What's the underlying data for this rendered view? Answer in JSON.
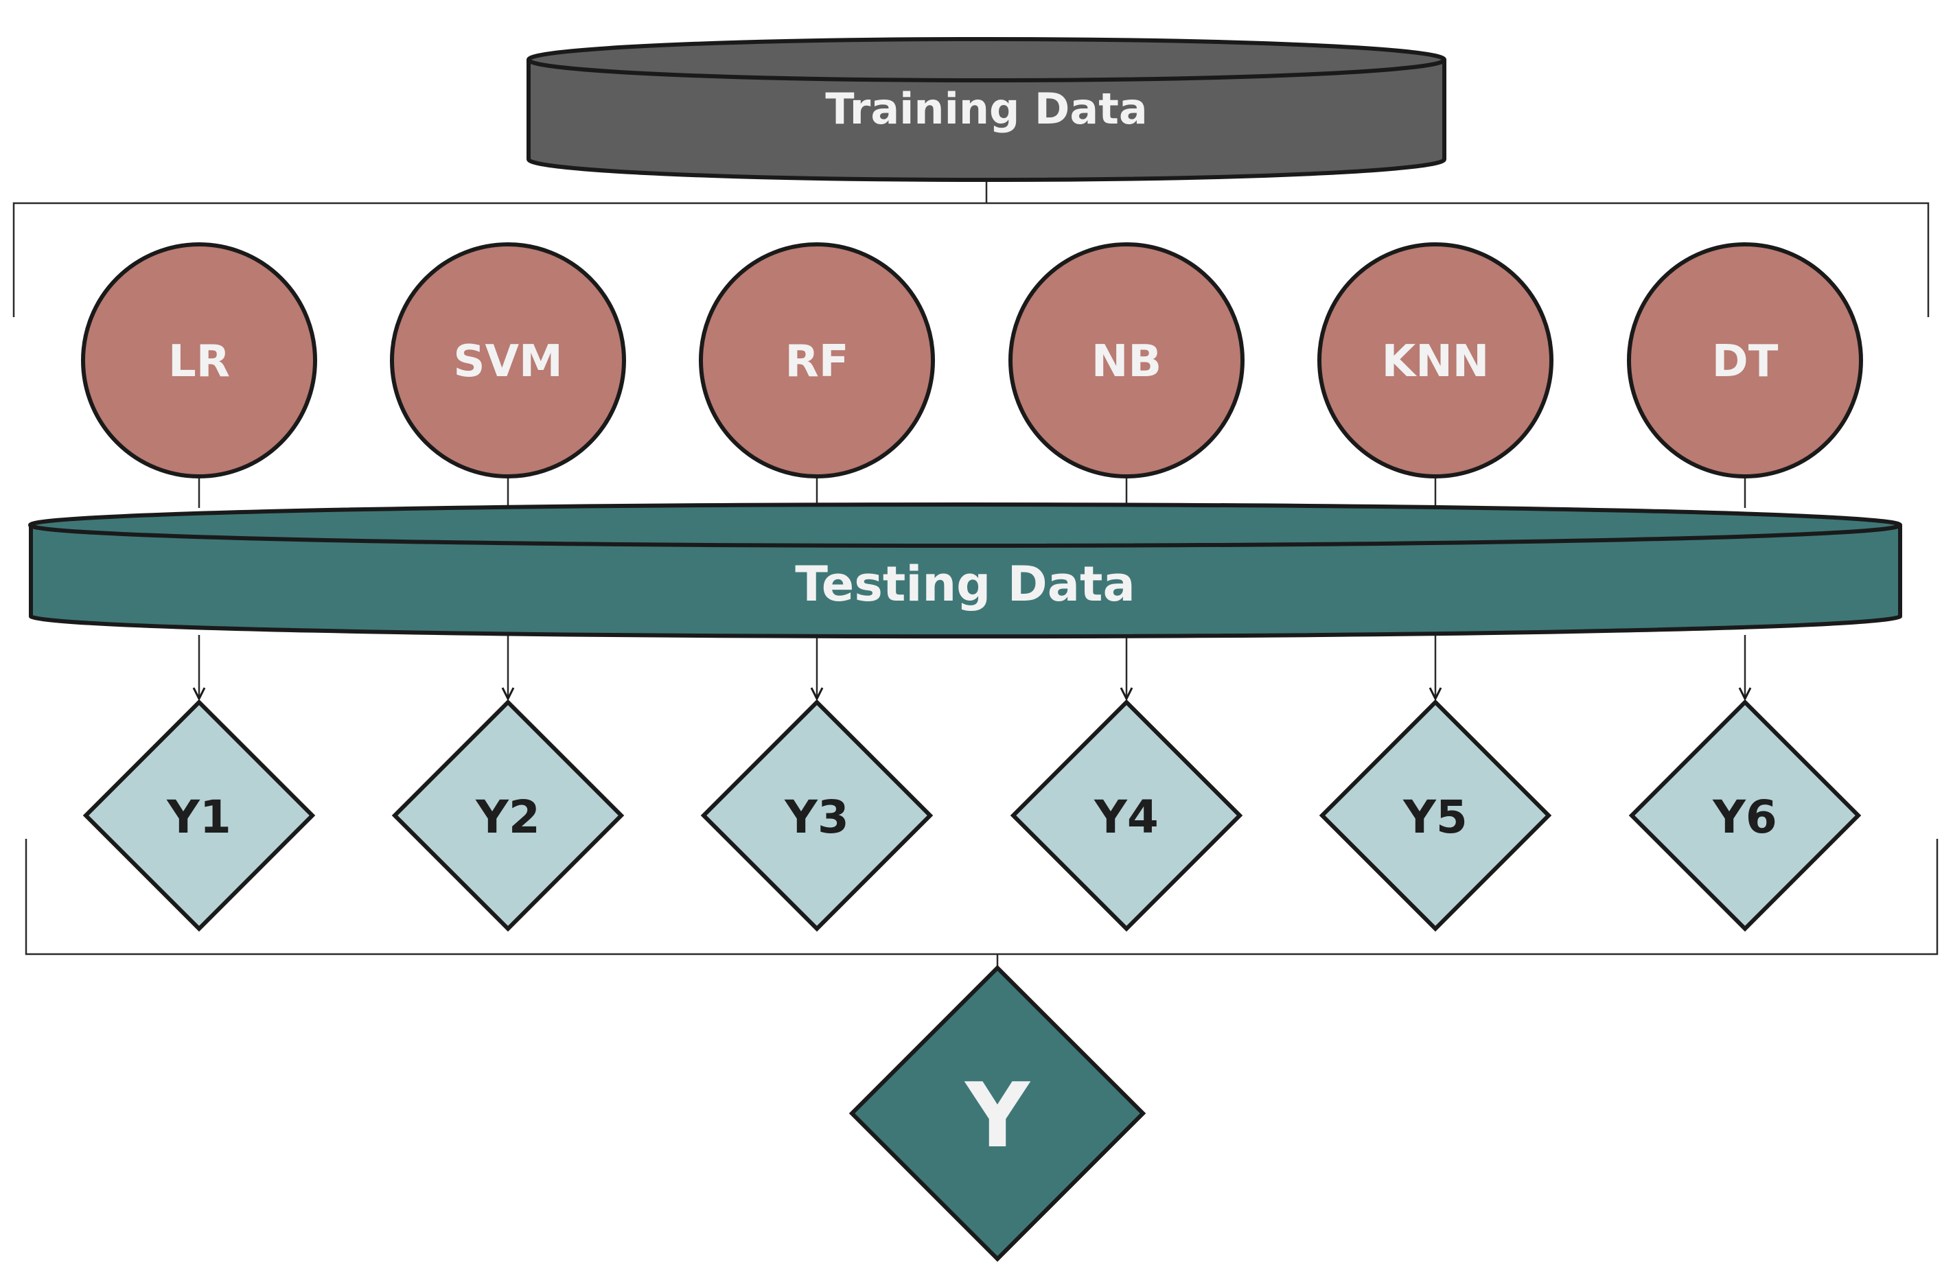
{
  "colors": {
    "training": "#5e5e5e",
    "testing": "#3f7777",
    "model": "#b97b72",
    "prediction": "#b6d2d5",
    "final": "#3f7777",
    "stroke": "#1a1a1a"
  },
  "training_data": {
    "label": "Training Data"
  },
  "testing_data": {
    "label": "Testing Data"
  },
  "models": [
    {
      "label": "LR"
    },
    {
      "label": "SVM"
    },
    {
      "label": "RF"
    },
    {
      "label": "NB"
    },
    {
      "label": "KNN"
    },
    {
      "label": "DT"
    }
  ],
  "predictions": [
    {
      "label": "Y1"
    },
    {
      "label": "Y2"
    },
    {
      "label": "Y3"
    },
    {
      "label": "Y4"
    },
    {
      "label": "Y5"
    },
    {
      "label": "Y6"
    }
  ],
  "final_output": {
    "label": "Y"
  }
}
